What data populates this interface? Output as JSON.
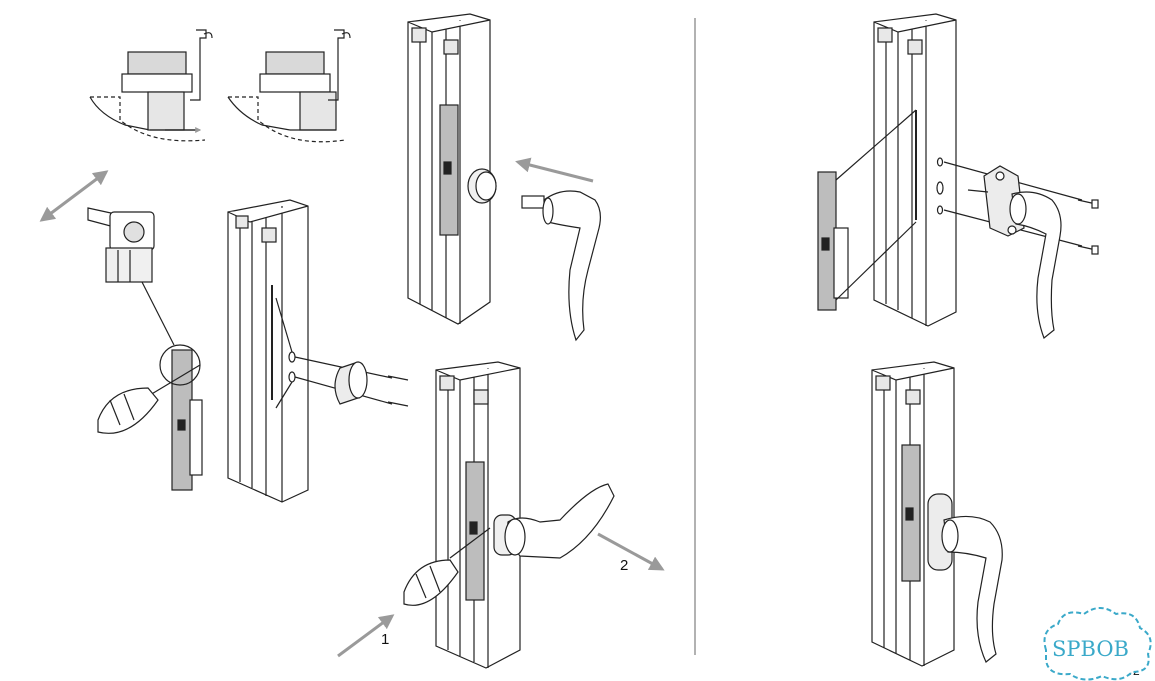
{
  "labels": {
    "step1": "1",
    "step2": "2",
    "page": "1/2"
  },
  "logo": {
    "text": "SPBOB",
    "color": "#3aa9c9"
  },
  "colors": {
    "line": "#222222",
    "arrow": "#9a9a9a",
    "plate": "#bdbdbd"
  }
}
